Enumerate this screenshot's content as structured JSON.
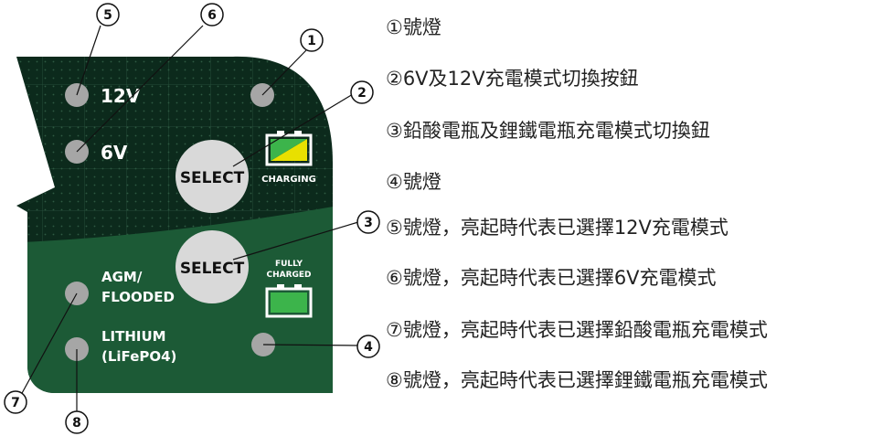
{
  "panel": {
    "label_12v": "12V",
    "label_6v": "6V",
    "select_top": "SELECT",
    "select_bottom": "SELECT",
    "charging": "CHARGING",
    "fully_charged_line1": "FULLY",
    "fully_charged_line2": "CHARGED",
    "agm_line1": "AGM/",
    "agm_line2": "FLOODED",
    "lithium_line1": "LITHIUM",
    "lithium_line2": "(LiFePO4)",
    "colors": {
      "panel_dark": "#0c2a1c",
      "panel_green": "#1c5a36",
      "led_gray": "#a6a6a6",
      "button_gray": "#d9d9d9",
      "battery_yellow": "#e8e000",
      "battery_green": "#3cb44b"
    }
  },
  "callouts": {
    "n1": "1",
    "n2": "2",
    "n3": "3",
    "n4": "4",
    "n5": "5",
    "n6": "6",
    "n7": "7",
    "n8": "8"
  },
  "legend": [
    "①號燈",
    "②6V及12V充電模式切換按鈕",
    "③鉛酸電瓶及鋰鐵電瓶充電模式切換鈕",
    "④號燈",
    "⑤號燈，亮起時代表已選擇12V充電模式",
    "⑥號燈，亮起時代表已選擇6V充電模式",
    "⑦號燈，亮起時代表已選擇鉛酸電瓶充電模式",
    "⑧號燈，亮起時代表已選擇鋰鐵電瓶充電模式"
  ]
}
